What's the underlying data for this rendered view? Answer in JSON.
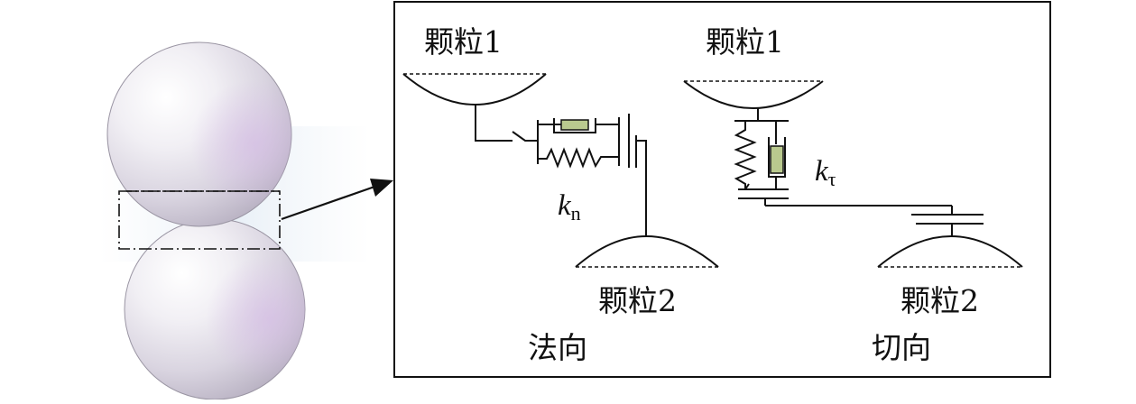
{
  "normal_panel": {
    "top_particle_label": "颗粒1",
    "bottom_particle_label": "颗粒2",
    "stiffness_symbol": "k",
    "stiffness_subscript": "n",
    "direction_label": "法向"
  },
  "tangential_panel": {
    "top_particle_label": "颗粒1",
    "bottom_particle_label": "颗粒2",
    "stiffness_symbol": "k",
    "stiffness_subscript": "τ",
    "direction_label": "切向"
  },
  "colors": {
    "dashpot_fill": "#b9c98e",
    "sphere_base": "#e7e4ec",
    "sphere_tint": "#d6c8e0",
    "line": "#111111"
  }
}
